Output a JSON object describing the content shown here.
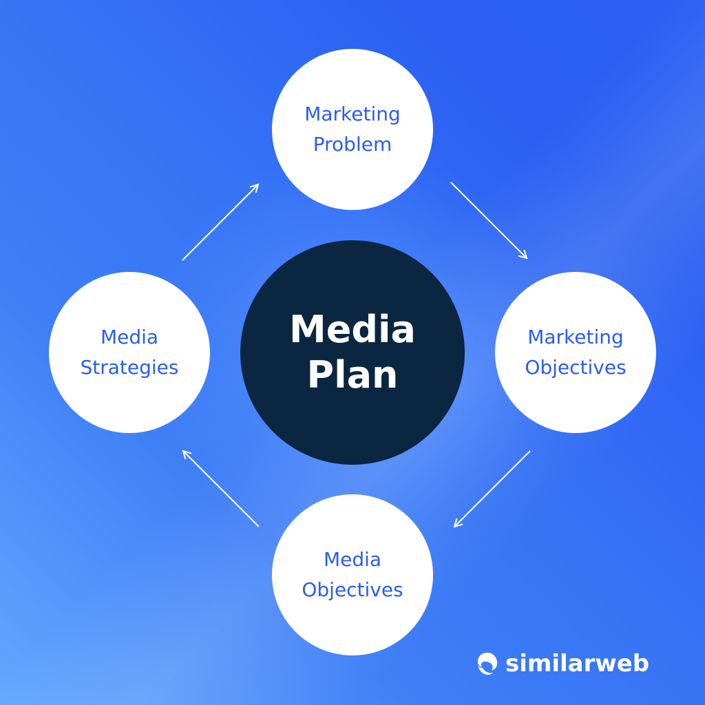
{
  "center": {
    "line1": "Media",
    "line2": "Plan"
  },
  "nodes": [
    {
      "line1": "Marketing",
      "line2": "Problem"
    },
    {
      "line1": "Marketing",
      "line2": "Objectives"
    },
    {
      "line1": "Media",
      "line2": "Objectives"
    },
    {
      "line1": "Media",
      "line2": "Strategies"
    }
  ],
  "logo": {
    "text": "similarweb",
    "icon": "similarweb-logo-icon"
  },
  "colors": {
    "node_text": "#2b5cf0",
    "center_bg": "#0b2640",
    "background": "#3572f5"
  }
}
